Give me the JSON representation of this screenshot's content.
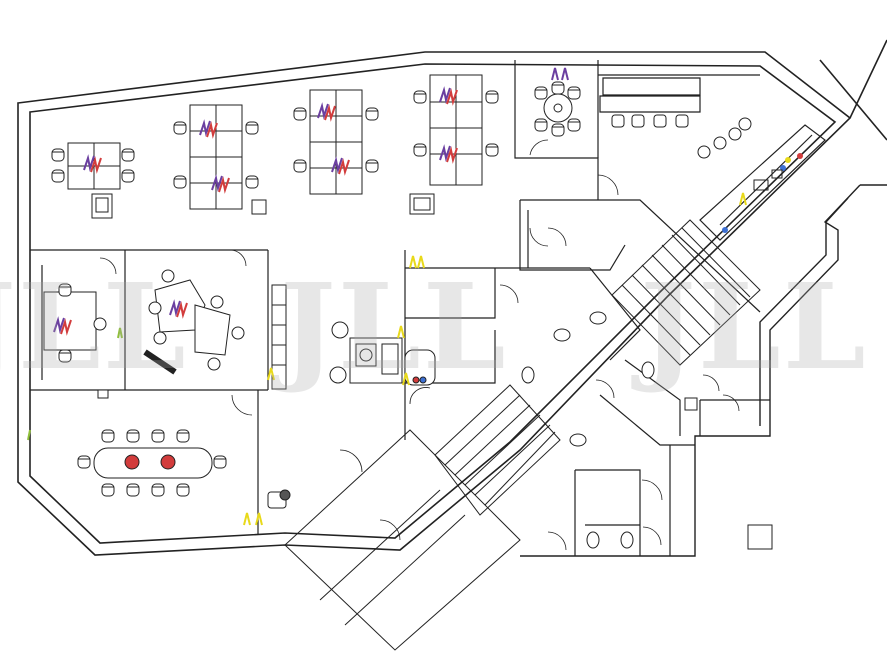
{
  "plan": {
    "kind": "office floor plan",
    "background": "#ffffff",
    "line_color": "#222222",
    "accent_colors": [
      "#6b3fa0",
      "#d23c3c",
      "#e8d91a",
      "#3c6fd2",
      "#8fbf3a"
    ]
  },
  "watermark": {
    "text": "JLL",
    "role": "logo",
    "color": "#bbbbbb"
  },
  "icons": [
    "door-swing-icon",
    "desk-cluster-icon",
    "chair-icon",
    "stair-icon",
    "toilet-icon",
    "sink-icon",
    "power-outlet-icon",
    "cooker-icon"
  ]
}
